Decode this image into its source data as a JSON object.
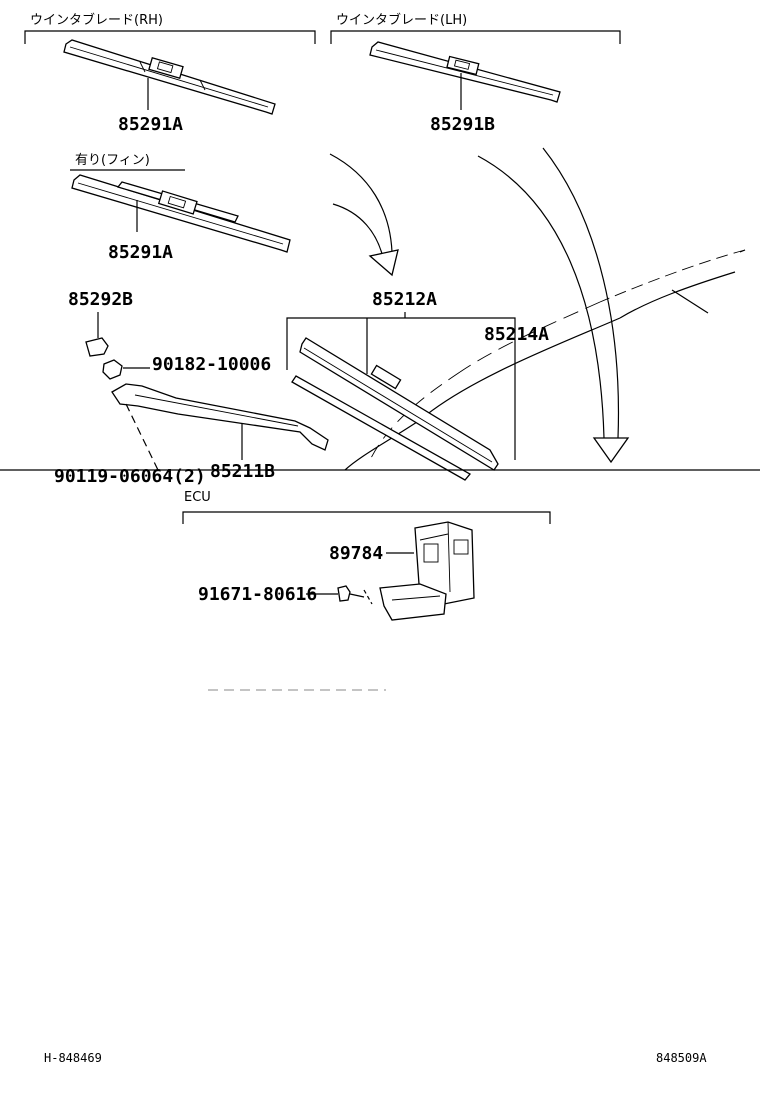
{
  "sections": {
    "rh_blade": "ウインタブレード(RH)",
    "lh_blade": "ウインタブレード(LH)",
    "with_fin": "有り(フィン)",
    "ecu": "ECU"
  },
  "parts": {
    "p85291A_top": "85291A",
    "p85291B": "85291B",
    "p85291A_fin": "85291A",
    "p85292B": "85292B",
    "p90182": "90182-10006",
    "p85212A": "85212A",
    "p85214A": "85214A",
    "p85211B": "85211B",
    "p90119": "90119-06064(2)",
    "p89784": "89784",
    "p91671": "91671-80616"
  },
  "footer": {
    "left_code": "H-848469",
    "right_code": "848509A"
  }
}
